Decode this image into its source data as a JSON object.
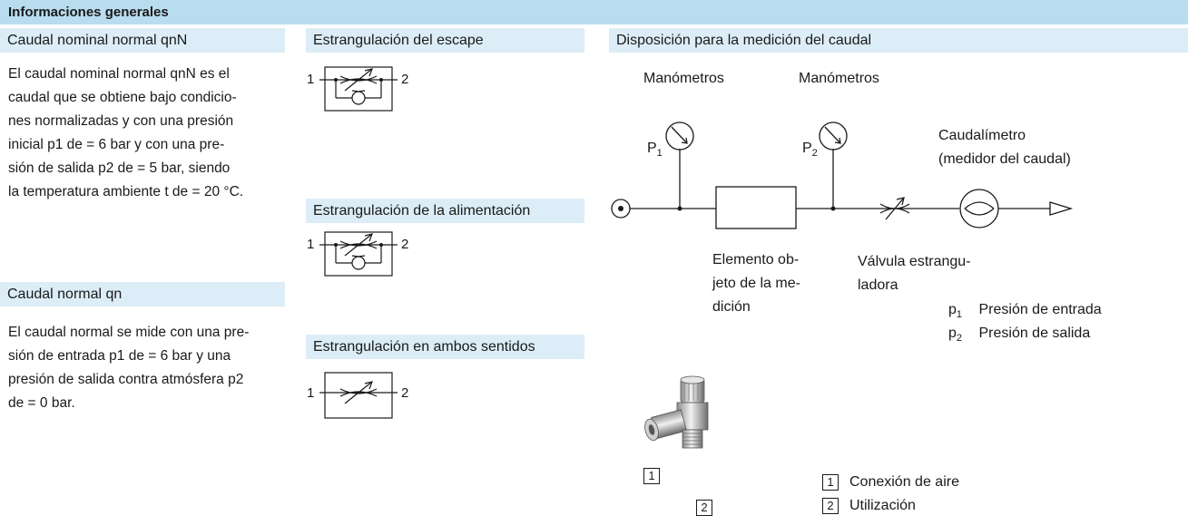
{
  "header": {
    "title": "Informaciones generales"
  },
  "col1": {
    "caudal_nominal": {
      "heading": "Caudal nominal normal qnN",
      "lines": [
        "El caudal nominal normal qnN es el",
        "caudal que se obtiene bajo condicio-",
        "nes normalizadas y con una presión",
        "inicial p1 de = 6 bar y con una pre-",
        "sión de salida p2 de = 5 bar, siendo",
        "la temperatura ambiente t de = 20 °C."
      ]
    },
    "caudal_normal": {
      "heading": "Caudal normal qn",
      "lines": [
        "El caudal normal se mide con una pre-",
        "sión de entrada p1 de = 6 bar y una",
        "presión de salida contra atmósfera p2",
        "de = 0 bar."
      ]
    }
  },
  "col2": {
    "escape": {
      "heading": "Estrangulación del escape",
      "port_in": "1",
      "port_out": "2"
    },
    "alimentacion": {
      "heading": "Estrangulación de la alimentación",
      "port_in": "1",
      "port_out": "2"
    },
    "ambos": {
      "heading": "Estrangulación en ambos sentidos",
      "port_in": "1",
      "port_out": "2"
    }
  },
  "col3": {
    "heading": "Disposición para la medición del caudal",
    "manometros_1": "Manómetros",
    "manometros_2": "Manómetros",
    "caudalimetro_1": "Caudalímetro",
    "caudalimetro_2": "(medidor del caudal)",
    "p1_label": "P",
    "p1_sub": "1",
    "p2_label": "P",
    "p2_sub": "2",
    "elemento": [
      "Elemento ob-",
      "jeto de la me-",
      "dición"
    ],
    "valvula": [
      "Válvula estrangu-",
      "ladora"
    ],
    "legend": [
      {
        "sym": "p",
        "sub": "1",
        "text": "Presión de entrada"
      },
      {
        "sym": "p",
        "sub": "2",
        "text": "Presión de salida"
      }
    ],
    "photo_label_1": "1",
    "photo_label_2": "2",
    "connections": [
      {
        "num": "1",
        "text": "Conexión de aire"
      },
      {
        "num": "2",
        "text": "Utilización"
      }
    ]
  }
}
